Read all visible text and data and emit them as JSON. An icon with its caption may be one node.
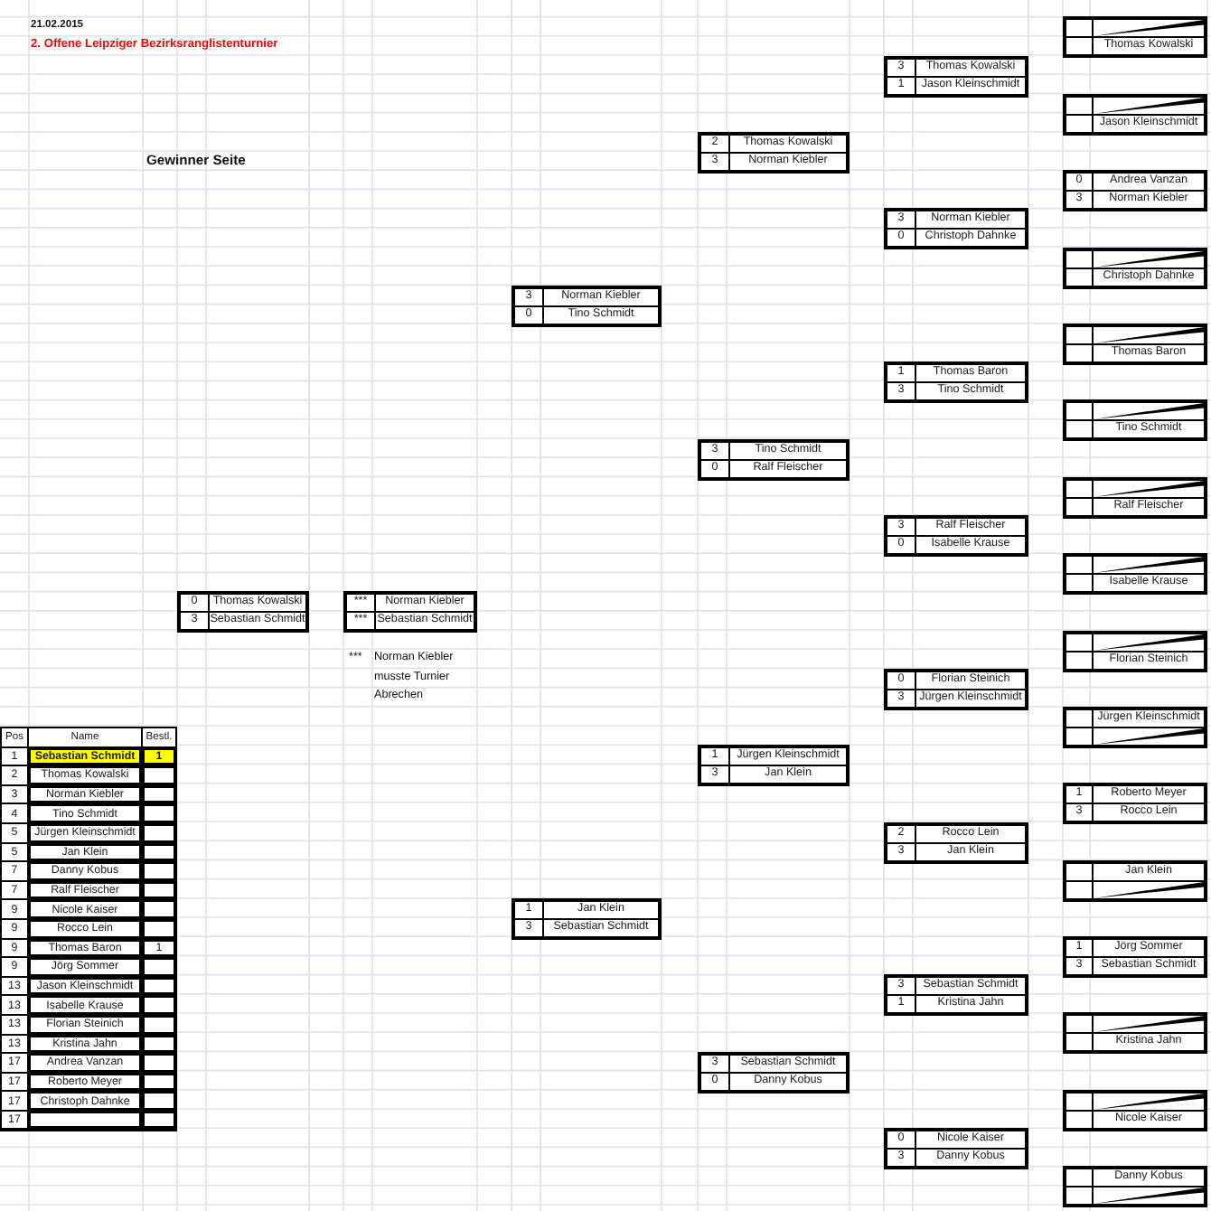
{
  "diagram": {
    "title": "2. Offene Leipziger Bezirksranglistenturnier",
    "nodes": [
      {
        "text": [
          "0",
          "Thomas Kowalski",
          "3",
          "Sebastian Schmidt"
        ]
      },
      {
        "text": [
          "***",
          "Norman Kiebler",
          "***",
          "Sebastian Schmidt"
        ]
      },
      {
        "text": [
          "3",
          "Norman Kiebler",
          "0",
          "Tino Schmidt"
        ]
      },
      {
        "text": [
          "1",
          "Jan Klein",
          "3",
          "Sebastian Schmidt"
        ]
      },
      {
        "text": [
          "2",
          "Thomas Kowalski",
          "3",
          "Norman Kiebler"
        ]
      },
      {
        "text": [
          "3",
          "Tino Schmidt",
          "0",
          "Ralf Fleischer"
        ]
      },
      {
        "text": [
          "1",
          "Jürgen Kleinschmidt",
          "3",
          "Jan Klein"
        ]
      },
      {
        "text": [
          "3",
          "Sebastian Schmidt",
          "0",
          "Danny Kobus"
        ]
      },
      {
        "text": [
          "3",
          "Thomas Kowalski",
          "1",
          "Jason Kleinschmidt"
        ]
      },
      {
        "text": [
          "3",
          "Norman Kiebler",
          "0",
          "Christoph Dahnke"
        ]
      },
      {
        "text": [
          "1",
          "Thomas Baron",
          "3",
          "Tino Schmidt"
        ]
      },
      {
        "text": [
          "3",
          "Ralf Fleischer",
          "0",
          "Isabelle Krause"
        ]
      },
      {
        "text": [
          "0",
          "Florian Steinich",
          "3",
          "Jürgen Kleinschmidt"
        ]
      },
      {
        "text": [
          "2",
          "Rocco Lein",
          "3",
          "Jan Klein"
        ]
      },
      {
        "text": [
          "3",
          "Sebastian Schmidt",
          "1",
          "Kristina Jahn"
        ]
      },
      {
        "text": [
          "0",
          "Nicole Kaiser",
          "3",
          "Danny Kobus"
        ]
      },
      {
        "text": [
          "Thomas Kowalski"
        ]
      },
      {
        "text": [
          "Jason Kleinschmidt"
        ]
      },
      {
        "text": [
          "0",
          "Andrea Vanzan",
          "3",
          "Norman Kiebler"
        ]
      },
      {
        "text": [
          "Christoph Dahnke"
        ]
      },
      {
        "text": [
          "Thomas Baron"
        ]
      },
      {
        "text": [
          "Tino Schmidt"
        ]
      },
      {
        "text": [
          "Ralf Fleischer"
        ]
      },
      {
        "text": [
          "Isabelle Krause"
        ]
      },
      {
        "text": [
          "Florian Steinich"
        ]
      },
      {
        "text": [
          "Jürgen Kleinschmidt"
        ]
      },
      {
        "text": [
          "1",
          "Roberto Meyer",
          "3",
          "Rocco Lein"
        ]
      },
      {
        "text": [
          "Jan Klein"
        ]
      },
      {
        "text": [
          "1",
          "Jörg Sommer",
          "3",
          "Sebastian Schmidt"
        ]
      },
      {
        "text": [
          "Kristina Jahn"
        ]
      },
      {
        "text": [
          "Nicole Kaiser"
        ]
      },
      {
        "text": [
          "Danny Kobus"
        ]
      },
      {
        "text": [],
        "shape": "box"
      },
      {
        "text": [
          "Pos",
          "Name",
          "Bestl."
        ],
        "in": 32
      },
      {
        "text": [
          "1",
          "Sebastian Schmidt",
          "1"
        ],
        "in": 32
      },
      {
        "text": [
          "2",
          "Thomas Kowalski"
        ],
        "in": 32
      },
      {
        "text": [
          "3",
          "Norman Kiebler"
        ],
        "in": 32
      },
      {
        "text": [
          "4",
          "Tino Schmidt"
        ],
        "in": 32
      },
      {
        "text": [
          "5",
          "Jürgen Kleinschmidt"
        ],
        "in": 32
      },
      {
        "text": [
          "5",
          "Jan Klein"
        ],
        "in": 32
      },
      {
        "text": [
          "7",
          "Danny Kobus"
        ],
        "in": 32
      },
      {
        "text": [
          "7",
          "Ralf Fleischer"
        ],
        "in": 32
      },
      {
        "text": [
          "9",
          "Nicole Kaiser"
        ],
        "in": 32
      },
      {
        "text": [
          "9",
          "Rocco Lein"
        ],
        "in": 32
      },
      {
        "text": [
          "9",
          "Thomas Baron",
          "1"
        ],
        "in": 32
      },
      {
        "text": [
          "9",
          "Jörg Sommer"
        ],
        "in": 32
      },
      {
        "text": [
          "13",
          "Jason Kleinschmidt"
        ],
        "in": 32
      },
      {
        "text": [
          "13",
          "Isabelle Krause"
        ],
        "in": 32
      },
      {
        "text": [
          "13",
          "Florian Steinich"
        ],
        "in": 32
      },
      {
        "text": [
          "13",
          "Kristina Jahn"
        ],
        "in": 32
      },
      {
        "text": [
          "17",
          "Andrea Vanzan"
        ],
        "in": 32
      },
      {
        "text": [
          "17",
          "Roberto Meyer"
        ],
        "in": 32
      },
      {
        "text": [
          "17",
          "Christoph Dahnke"
        ],
        "in": 32
      },
      {
        "text": [
          "17"
        ],
        "in": 32
      }
    ],
    "labels": [
      "21.02.2015",
      "Gewinner Seite",
      "***",
      "Norman Kiebler musste Turnier Abrechen"
    ]
  }
}
